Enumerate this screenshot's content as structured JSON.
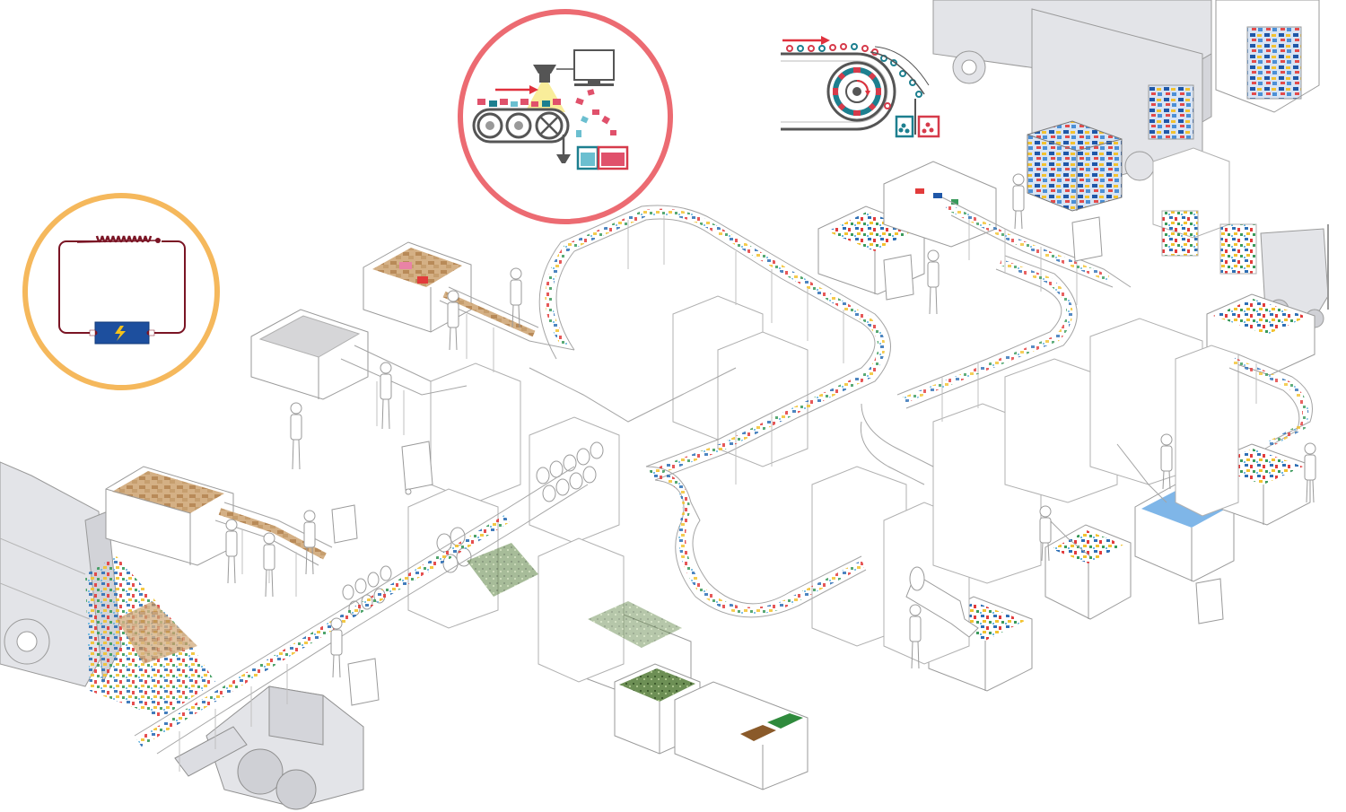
{
  "colors": {
    "line": "#9a9a9a",
    "line_light": "#c8c8cc",
    "truck_fill": "#e3e4e8",
    "cardboard": "#c19a6b",
    "glass": "#5f7d4a",
    "ring_orange": "#f5b85c",
    "ring_red": "#ec6b72",
    "wire_red": "#7a1424",
    "battery_blue": "#1d4f9e",
    "bolt_yellow": "#f4c21b",
    "drum_teal": "#1d7f8f",
    "magnet_red": "#d63b4b",
    "arrow_red": "#e0313d",
    "gray_dark": "#555555"
  },
  "icons": {
    "eddy_current_circuit": "eddy-current-coil-battery-icon",
    "optical_sorter": "optical-sorter-camera-icon",
    "magnetic_drum": "magnetic-drum-separator-icon"
  },
  "objects": {
    "collection_truck": "collection-truck",
    "bale_trucks": "bale-transport-truck",
    "skid_steer": "skid-steer-loader",
    "forklift": "forklift",
    "workers": "sorting-worker",
    "bins": "wheelie-bin",
    "conveyors": "conveyor-belt",
    "disc_screen": "disc-screen",
    "glass_bunker": "glass-bunker",
    "bales": "plastic-bale"
  }
}
